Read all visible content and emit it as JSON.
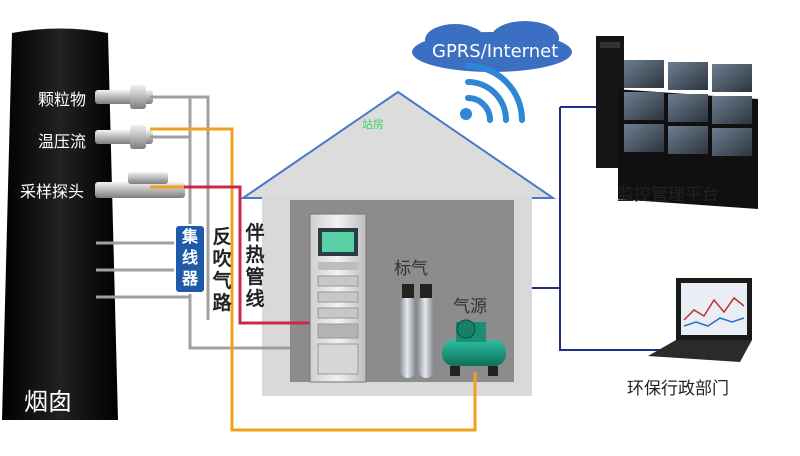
{
  "chimney": {
    "label": "烟囱",
    "ports": [
      "颗粒物",
      "温压流",
      "采样探头"
    ]
  },
  "collector": {
    "label": "集线器"
  },
  "backblow": {
    "label": "反吹气路"
  },
  "heat_trace": {
    "label": "伴热管线"
  },
  "house": {
    "roof_text": "站房"
  },
  "cabinet": {
    "gas_std_label": "标气",
    "air_source_label": "气源"
  },
  "network": {
    "label": "GPRS/Internet"
  },
  "monitor_platform": {
    "label": "监控管理平台"
  },
  "epa_department": {
    "label": "环保行政部门"
  },
  "colors": {
    "chimney": "#111111",
    "cloud": "#3a6fc2",
    "wifi": "#2f86d6",
    "roof_outline": "#4a78c8",
    "house_bg": "#d9d9d9",
    "house_inner": "#8c8c8c",
    "orange_line": "#f0a020",
    "red_line": "#c8284a",
    "gray_line": "#a0a0a0",
    "network_line": "#1d2f8a",
    "collector_box": "#1f5aa8"
  }
}
